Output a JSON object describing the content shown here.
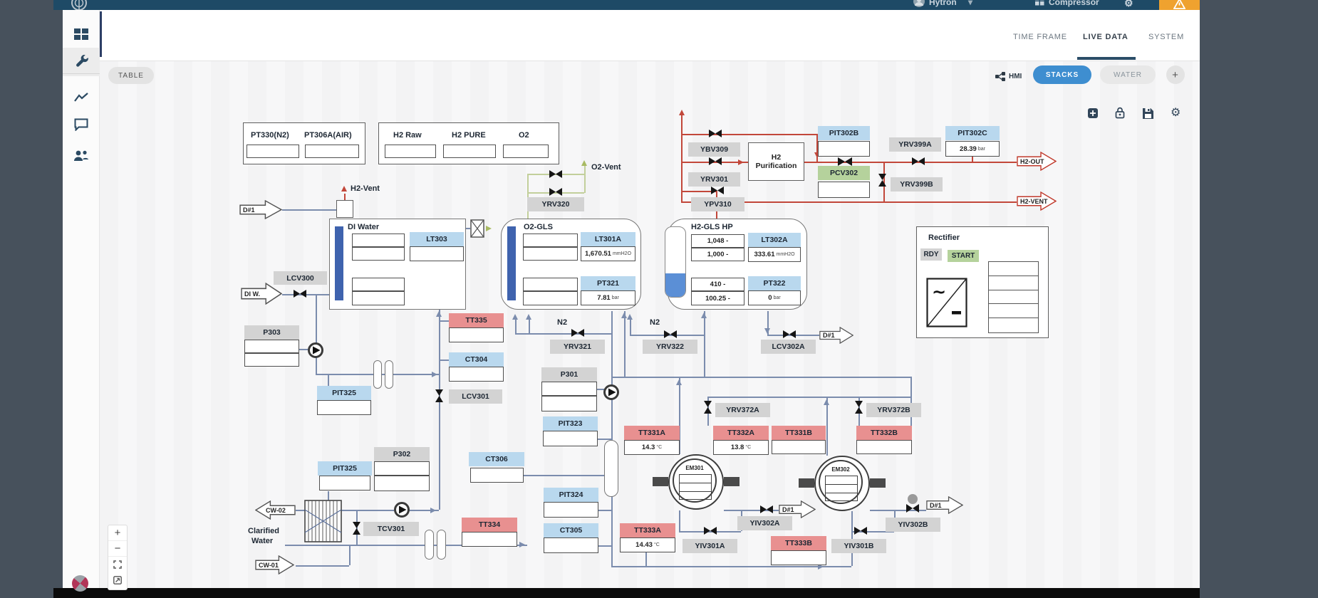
{
  "navbar": {
    "user": "Hytron",
    "project": "Compressor"
  },
  "tabs": {
    "time_frame": "TIME FRAME",
    "live_data": "LIVE DATA",
    "system": "SYSTEM"
  },
  "toolbar": {
    "table": "TABLE",
    "hmi": "HMI",
    "stacks": "STACKS",
    "water": "WATER",
    "add": "+"
  },
  "zoom_controls": {
    "zoom_in": "+",
    "zoom_out": "−"
  },
  "colors": {
    "navbar": "#1e4a66",
    "alert": "#efa22f",
    "accent_blue": "#3e8ed0",
    "chip_gray": "#d3d3d3",
    "chip_blue": "#b9d8ee",
    "chip_red": "#e89090",
    "chip_green": "#b5d29c",
    "line": "#7b8cad",
    "line_red": "#c2473a",
    "line_vent": "#c2cf9b"
  },
  "diagram": {
    "texts": {
      "pt330": "PT330(N2)",
      "pt306a": "PT306A(AIR)",
      "h2_raw": "H2 Raw",
      "h2_pure": "H2 PURE",
      "o2": "O2",
      "h2_vent": "H2-Vent",
      "o2_vent": "O2-Vent",
      "di_water": "DI Water",
      "o2_gls": "O2-GLS",
      "h2_gls_hp": "H2-GLS HP",
      "rectifier": "Rectifier",
      "rdy": "RDY",
      "start": "START",
      "h2p_1": "H2",
      "h2p_2": "Purification",
      "clar_1": "Clarified",
      "clar_2": "Water",
      "em301": "EM301",
      "em302": "EM302",
      "n2": "N2"
    },
    "arrows": {
      "d1": "D#1",
      "di_w": "DI W.",
      "cw01": "CW-01",
      "cw02": "CW-02",
      "h2_out": "H2-OUT",
      "h2_vent": "H2-VENT"
    },
    "tags": {
      "ybv309": "YBV309",
      "yrv301": "YRV301",
      "ypv310": "YPV310",
      "yrv399a": "YRV399A",
      "yrv399b": "YRV399B",
      "yrv320": "YRV320",
      "lcv300": "LCV300",
      "p303": "P303",
      "lcv301": "LCV301",
      "p302": "P302",
      "tcv301": "TCV301",
      "p301": "P301",
      "yrv321": "YRV321",
      "yrv322": "YRV322",
      "lcv302a": "LCV302A",
      "yrv372a": "YRV372A",
      "yrv372b": "YRV372B",
      "yiv301a": "YIV301A",
      "yiv302a": "YIV302A",
      "yiv301b": "YIV301B",
      "yiv302b": "YIV302B",
      "pit302b": "PIT302B",
      "pit302c": "PIT302C",
      "lt303": "LT303",
      "lt301a": "LT301A",
      "pt321": "PT321",
      "lt302a": "LT302A",
      "pt322": "PT322",
      "ct304": "CT304",
      "pit325": "PIT325",
      "pit323": "PIT323",
      "pit324": "PIT324",
      "ct305": "CT305",
      "ct306": "CT306",
      "tt335": "TT335",
      "tt334": "TT334",
      "tt331a": "TT331A",
      "tt332a": "TT332A",
      "tt331b": "TT331B",
      "tt332b": "TT332B",
      "tt333a": "TT333A",
      "tt333b": "TT333B",
      "pcv302": "PCV302"
    },
    "values": {
      "lt301a_v": "1,670.51",
      "lt301a_u": "mmH2O",
      "pt321_v": "7.81",
      "pt321_u": "bar",
      "lt302a_v": "333.61",
      "lt302a_u": "mmH2O",
      "pt322_v": "0",
      "pt322_u": "bar",
      "pit302c_v": "28.39",
      "pit302c_u": "bar",
      "tt331a_v": "14.3",
      "tt331a_u": "°C",
      "tt332a_v": "13.8",
      "tt332a_u": "°C",
      "tt333a_v": "14.43",
      "tt333a_u": "°C",
      "h2gls_r1": "1,048 -",
      "h2gls_r2": "1,000 -",
      "h2gls_r3": "410 -",
      "h2gls_r4": "100.25 -"
    }
  }
}
